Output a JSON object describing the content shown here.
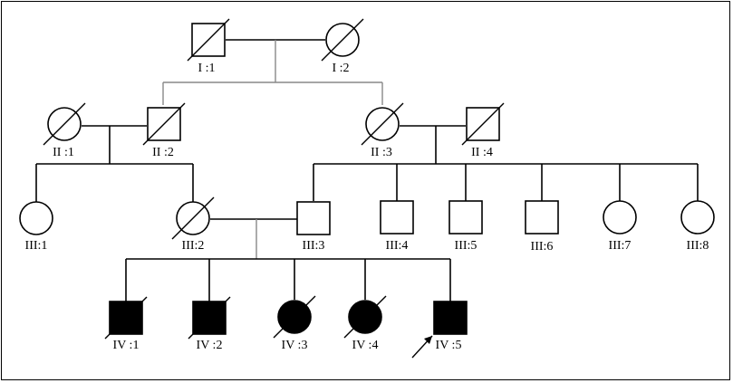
{
  "pedigree": {
    "individuals": [
      {
        "id": "I1",
        "label": "I :1",
        "sex": "male",
        "affected": false,
        "deceased": true,
        "proband": false
      },
      {
        "id": "I2",
        "label": "I :2",
        "sex": "female",
        "affected": false,
        "deceased": true,
        "proband": false
      },
      {
        "id": "II1",
        "label": "II :1",
        "sex": "female",
        "affected": false,
        "deceased": true,
        "proband": false
      },
      {
        "id": "II2",
        "label": "II :2",
        "sex": "male",
        "affected": false,
        "deceased": true,
        "proband": false
      },
      {
        "id": "II3",
        "label": "II :3",
        "sex": "female",
        "affected": false,
        "deceased": true,
        "proband": false
      },
      {
        "id": "II4",
        "label": "II :4",
        "sex": "male",
        "affected": false,
        "deceased": true,
        "proband": false
      },
      {
        "id": "III1",
        "label": "III:1",
        "sex": "female",
        "affected": false,
        "deceased": false,
        "proband": false
      },
      {
        "id": "III2",
        "label": "III:2",
        "sex": "female",
        "affected": false,
        "deceased": true,
        "proband": false
      },
      {
        "id": "III3",
        "label": "III:3",
        "sex": "male",
        "affected": false,
        "deceased": false,
        "proband": false
      },
      {
        "id": "III4",
        "label": "III:4",
        "sex": "male",
        "affected": false,
        "deceased": false,
        "proband": false
      },
      {
        "id": "III5",
        "label": "III:5",
        "sex": "male",
        "affected": false,
        "deceased": false,
        "proband": false
      },
      {
        "id": "III6",
        "label": "III:6",
        "sex": "male",
        "affected": false,
        "deceased": false,
        "proband": false
      },
      {
        "id": "III7",
        "label": "III:7",
        "sex": "female",
        "affected": false,
        "deceased": false,
        "proband": false
      },
      {
        "id": "III8",
        "label": "III:8",
        "sex": "female",
        "affected": false,
        "deceased": false,
        "proband": false
      },
      {
        "id": "IV1",
        "label": "IV :1",
        "sex": "male",
        "affected": true,
        "deceased": true,
        "proband": false
      },
      {
        "id": "IV2",
        "label": "IV :2",
        "sex": "male",
        "affected": true,
        "deceased": true,
        "proband": false
      },
      {
        "id": "IV3",
        "label": "IV :3",
        "sex": "female",
        "affected": true,
        "deceased": true,
        "proband": false
      },
      {
        "id": "IV4",
        "label": "IV :4",
        "sex": "female",
        "affected": true,
        "deceased": true,
        "proband": false
      },
      {
        "id": "IV5",
        "label": "IV :5",
        "sex": "male",
        "affected": true,
        "deceased": false,
        "proband": true
      }
    ],
    "colors": {
      "line": "#000000",
      "affected_fill": "#000000",
      "unaffected_fill": "#ffffff"
    }
  }
}
